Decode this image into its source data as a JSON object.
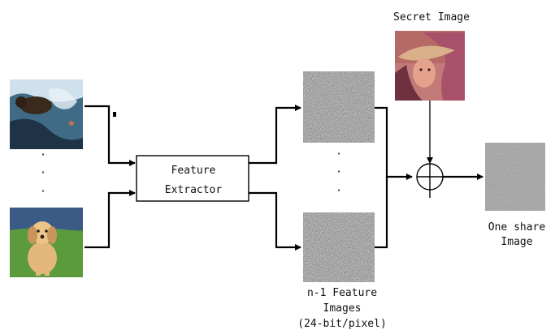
{
  "diagram": {
    "feature_extractor": {
      "line1": "Feature",
      "line2": "Extractor"
    },
    "secret_image": {
      "label": "Secret Image"
    },
    "feature_images": {
      "line1": "n-1 Feature",
      "line2": "Images",
      "line3": "(24-bit/pixel)"
    },
    "share_image": {
      "line1": "One share",
      "line2": "Image"
    },
    "input_images": [
      {
        "icon": "bear-in-water-photo"
      },
      {
        "icon": "puppy-on-grass-photo"
      }
    ],
    "vertical_ellipsis": "·",
    "operator": {
      "icon": "xor-circle-plus-icon"
    },
    "colors": {
      "line": "#000000",
      "noise": "#8a8a8a",
      "share": "#8c8c8c"
    }
  }
}
